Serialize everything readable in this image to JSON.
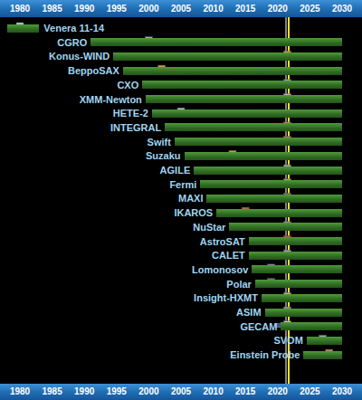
{
  "diagram": {
    "nodes": [
      {
        "text": [
          "Venera 11-14"
        ]
      },
      {
        "text": [
          "CGRO"
        ]
      },
      {
        "text": [
          "Konus-WIND"
        ]
      },
      {
        "text": [
          "BeppoSAX"
        ]
      },
      {
        "text": [
          "CXO"
        ]
      },
      {
        "text": [
          "XMM-Newton"
        ]
      },
      {
        "text": [
          "HETE-2"
        ]
      },
      {
        "text": [
          "INTEGRAL"
        ]
      },
      {
        "text": [
          "Swift"
        ]
      },
      {
        "text": [
          "Suzaku"
        ]
      },
      {
        "text": [
          "AGILE"
        ]
      },
      {
        "text": [
          "Fermi"
        ]
      },
      {
        "text": [
          "MAXI"
        ]
      },
      {
        "text": [
          "IKAROS"
        ]
      },
      {
        "text": [
          "NuStar"
        ]
      },
      {
        "text": [
          "AstroSAT"
        ]
      },
      {
        "text": [
          "CALET"
        ]
      },
      {
        "text": [
          "Lomonosov"
        ]
      },
      {
        "text": [
          "Polar"
        ]
      },
      {
        "text": [
          "Insight-HXMT"
        ]
      },
      {
        "text": [
          "ASIM"
        ]
      },
      {
        "text": [
          "GECAM"
        ]
      },
      {
        "text": [
          "SVOM"
        ]
      },
      {
        "text": [
          "Einstein Probe"
        ]
      }
    ],
    "labels": [
      "1980",
      "1985",
      "1990",
      "1995",
      "2000",
      "2005",
      "2010",
      "2015",
      "2020",
      "2025",
      "2030",
      "1980",
      "1985",
      "1990",
      "1995",
      "2000",
      "2005",
      "2010",
      "2015",
      "2020",
      "2025",
      "2030"
    ]
  }
}
